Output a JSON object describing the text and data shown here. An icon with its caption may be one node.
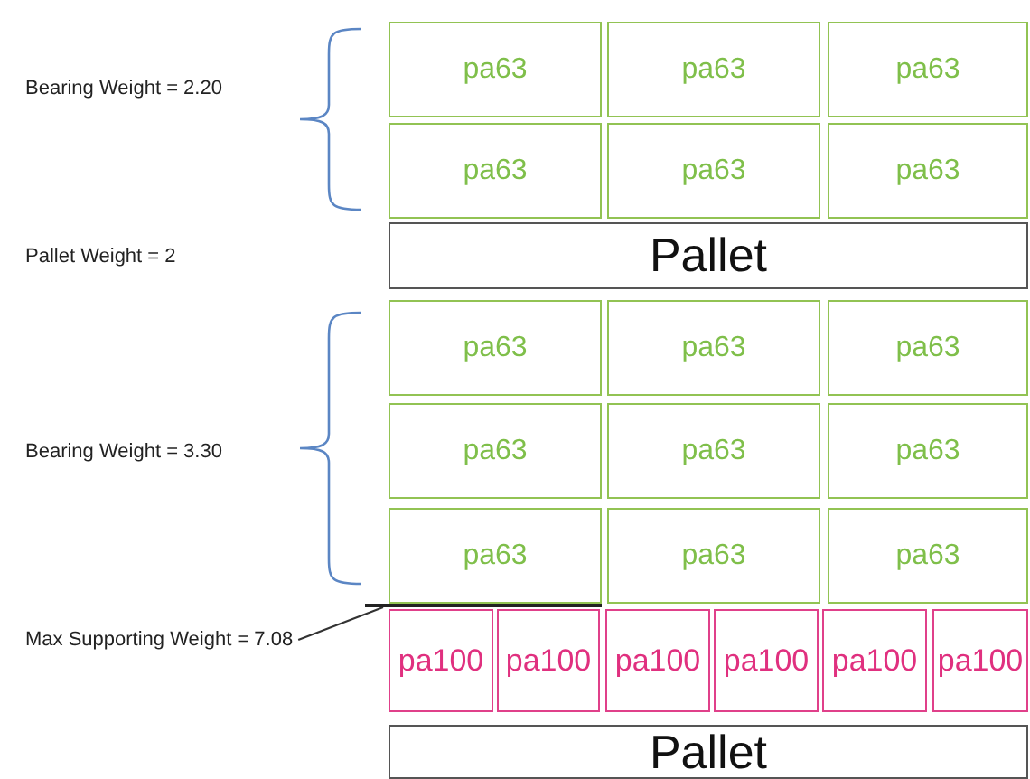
{
  "diagram": {
    "nodes": [
      {
        "text": [
          "pa63"
        ]
      },
      {
        "text": [
          "pa63"
        ]
      },
      {
        "text": [
          "pa63"
        ]
      },
      {
        "text": [
          "pa63"
        ]
      },
      {
        "text": [
          "pa63"
        ]
      },
      {
        "text": [
          "pa63"
        ]
      },
      {
        "text": [
          "Pallet"
        ]
      },
      {
        "text": [
          "pa63"
        ]
      },
      {
        "text": [
          "pa63"
        ]
      },
      {
        "text": [
          "pa63"
        ]
      },
      {
        "text": [
          "pa63"
        ]
      },
      {
        "text": [
          "pa63"
        ]
      },
      {
        "text": [
          "pa63"
        ]
      },
      {
        "text": [
          "pa63"
        ]
      },
      {
        "text": [
          "pa63"
        ]
      },
      {
        "text": [
          "pa63"
        ]
      },
      {
        "text": [
          "pa100"
        ]
      },
      {
        "text": [
          "pa100"
        ]
      },
      {
        "text": [
          "pa100"
        ]
      },
      {
        "text": [
          "pa100"
        ]
      },
      {
        "text": [
          "pa100"
        ]
      },
      {
        "text": [
          "pa100"
        ]
      },
      {
        "text": [
          "Pallet"
        ]
      },
      {
        "text": [
          "Max Supporting Weight = 7.08"
        ]
      },
      {
        "text": [],
        "shape": "line"
      }
    ],
    "edges": [
      {
        "from": 23,
        "to": 24,
        "arrow": "none"
      }
    ],
    "labels": [
      "Bearing Weight = 2.20",
      "Pallet Weight = 2",
      "Bearing Weight = 3.30"
    ]
  }
}
